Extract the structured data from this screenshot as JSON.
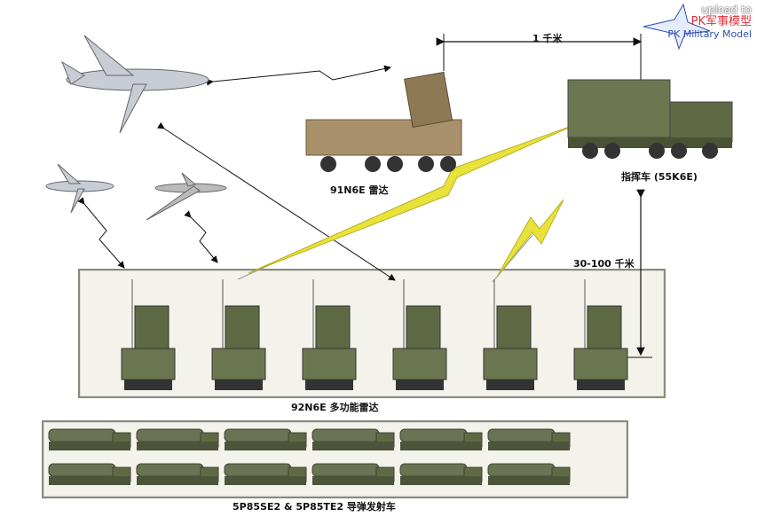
{
  "watermark": {
    "line1": "upload to",
    "line2": "PK军事模型",
    "line3": "PK Military Model"
  },
  "labels": {
    "distance_1km": "1 千米",
    "distance_30_100km": "30-100 千米",
    "radar_91n6e": "91N6E 雷达",
    "command_vehicle": "指挥车 (55K6E)",
    "radar_92n6e": "92N6E 多功能雷达",
    "launchers": "5P85SE2 & 5P85TE2 导弹发射车"
  },
  "counts": {
    "multifunction_radars": 6,
    "launchers_per_row": 6,
    "launcher_rows": 2
  },
  "colors": {
    "olive": "#5f6a45",
    "sand": "#a8916a",
    "bolt": "#e8e23a",
    "box_border": "#8a8a7a",
    "watermark_red": "#e0303a",
    "watermark_blue": "#3050b0"
  }
}
